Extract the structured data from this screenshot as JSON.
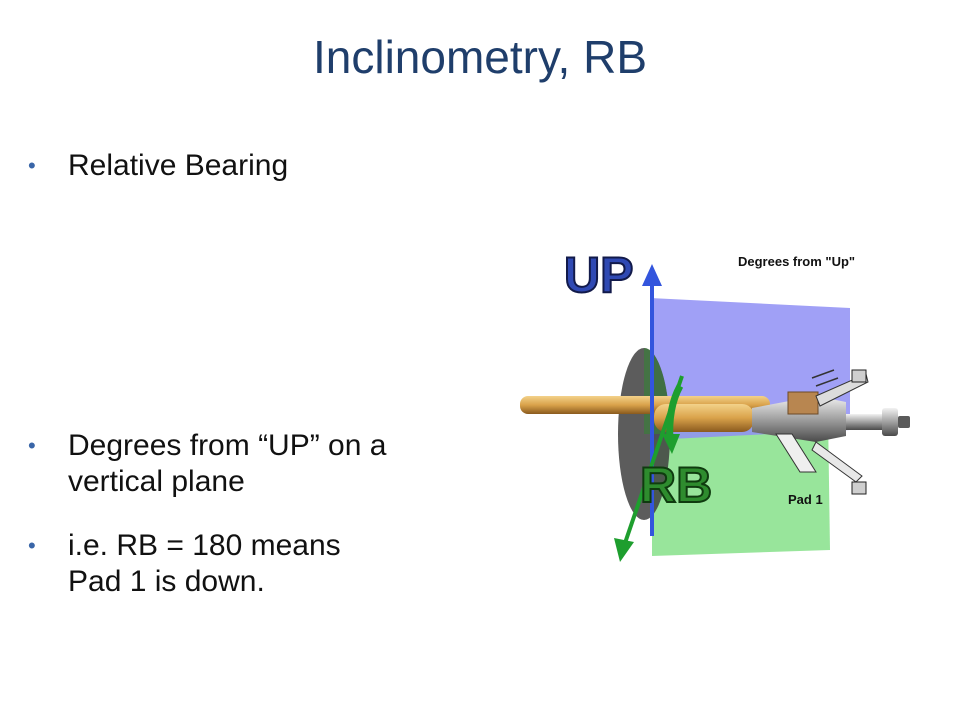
{
  "slide": {
    "title": "Inclinometry, RB",
    "bullets": [
      {
        "marker": "•",
        "text": "Relative Bearing"
      },
      {
        "marker": "•",
        "text": "Degrees from “UP” on a\nvertical plane"
      },
      {
        "marker": "•",
        "text": "i.e. RB = 180 means\nPad 1 is down."
      }
    ]
  },
  "figure": {
    "up_label": "UP",
    "rb_label": "RB",
    "degrees_label": "Degrees from \"Up\"",
    "pad_label": "Pad 1",
    "colors": {
      "up_plane": "#8f8ff5",
      "rb_plane": "#86e08a",
      "up_axis": "#3355dd",
      "rb_axis": "#1e9e2e",
      "tool": "#d9a24a"
    }
  }
}
